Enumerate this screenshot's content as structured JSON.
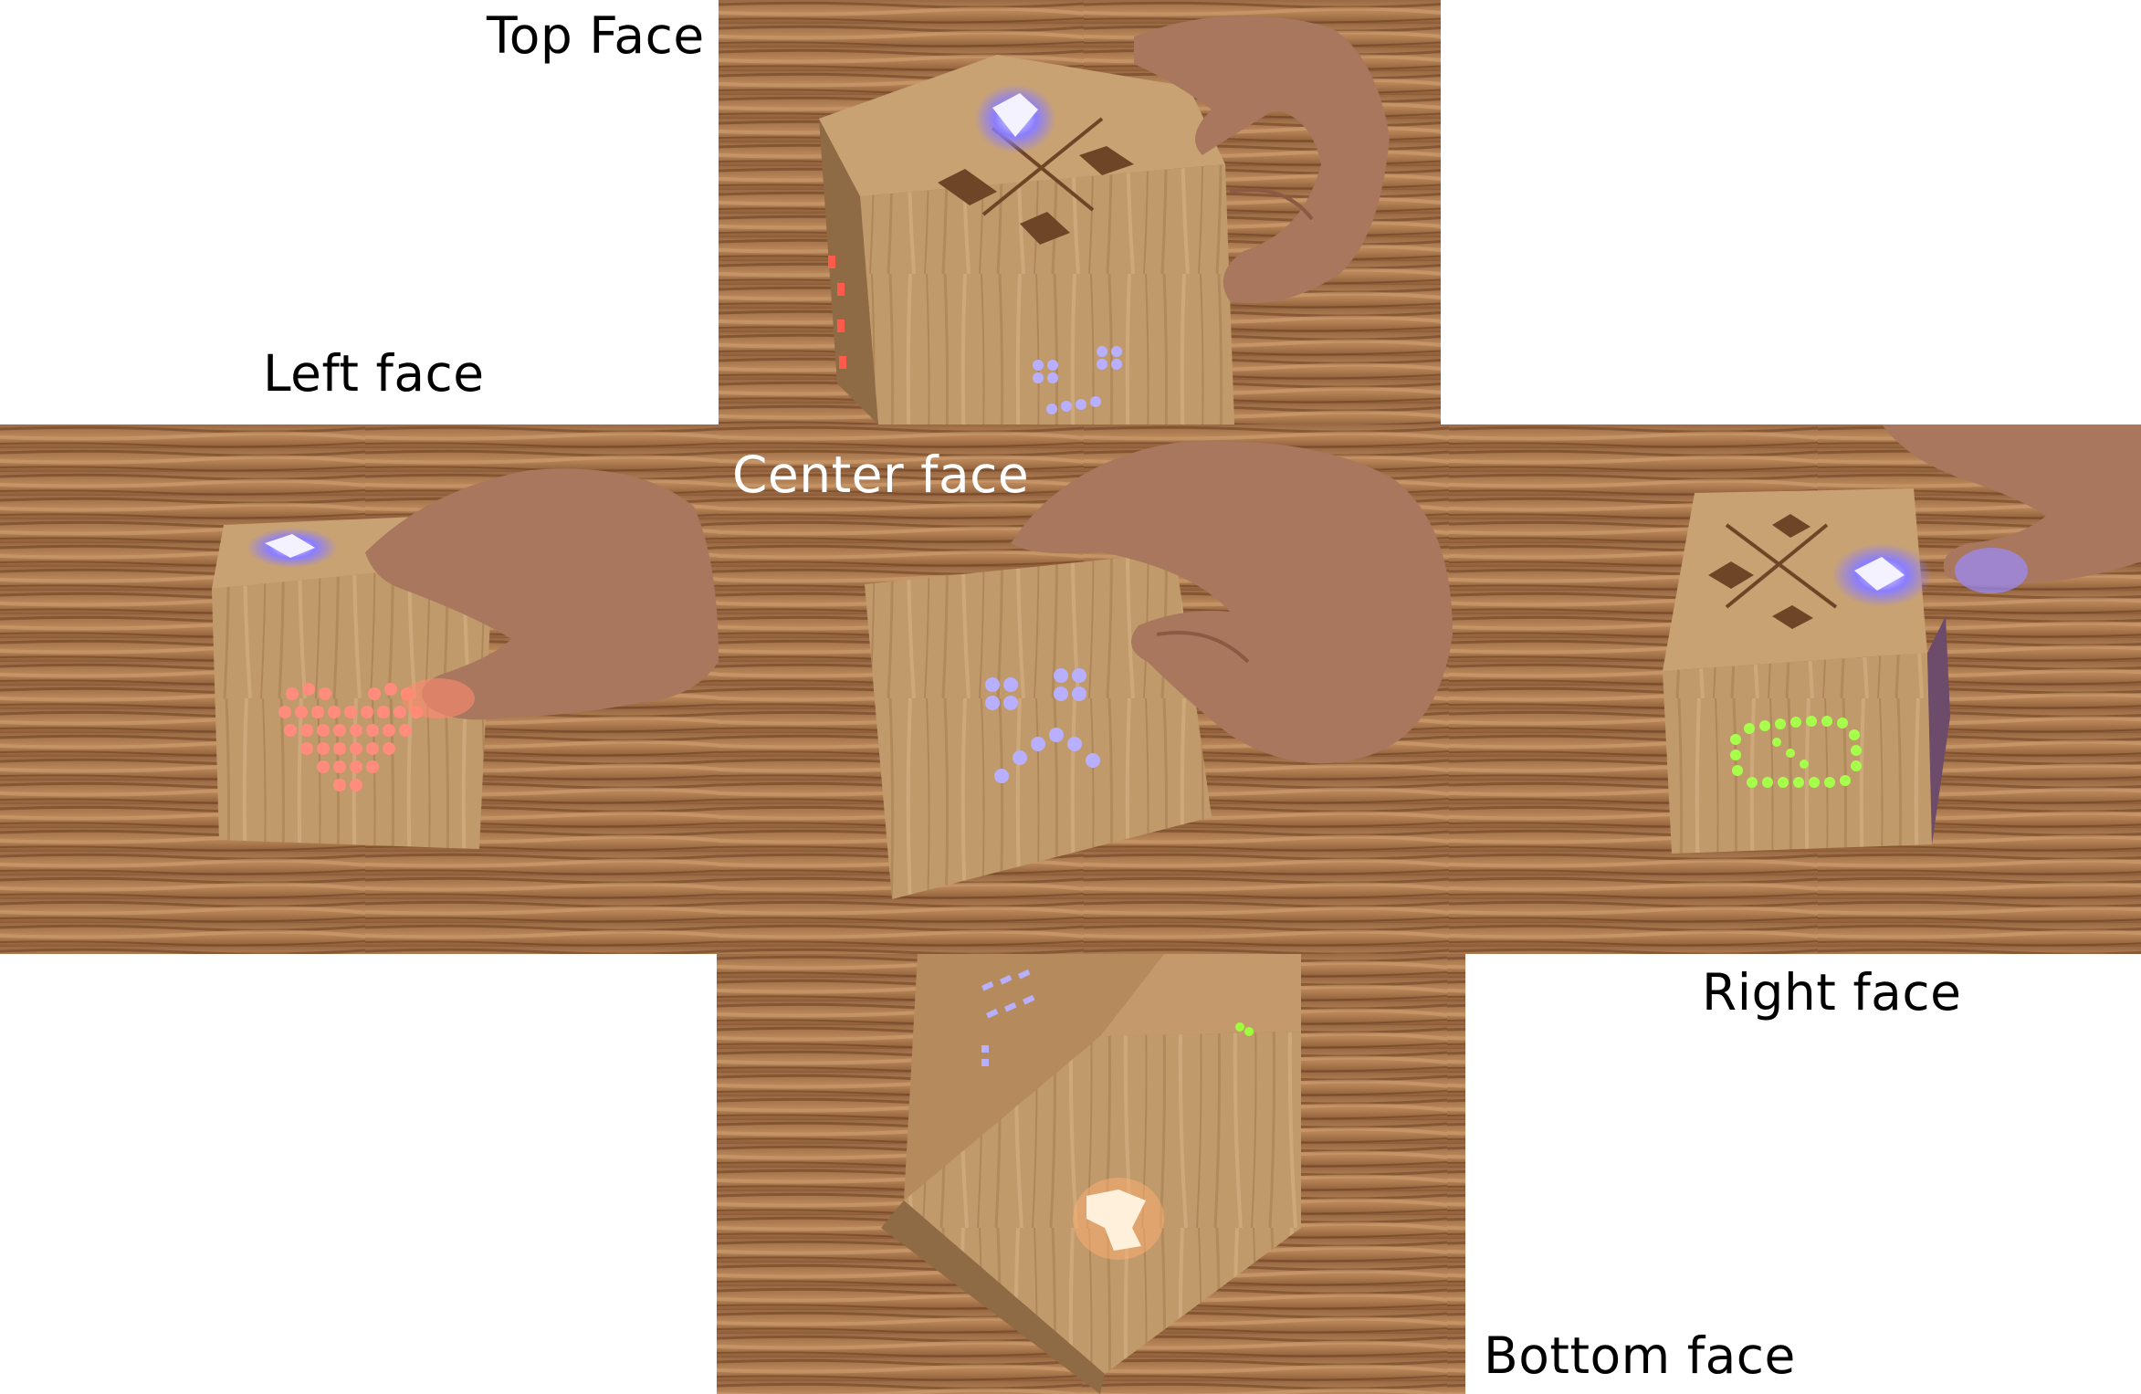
{
  "labels": {
    "top": "Top Face",
    "left": "Left face",
    "center": "Center face",
    "right": "Right face",
    "bottom": "Bottom face"
  },
  "colors": {
    "wood_light": "#c49466",
    "wood_dark": "#6e3f1f",
    "cube_face": "#b98f64",
    "led_blue": "#8a7dff",
    "led_red": "#ff6a5a",
    "led_green": "#9dff3c",
    "led_orange": "#ffd9a8",
    "skin": "#a8775d"
  },
  "icons": [
    "heart-led-icon",
    "mood-face-led-icon",
    "battery-led-icon",
    "diamond-inlay-icon"
  ]
}
